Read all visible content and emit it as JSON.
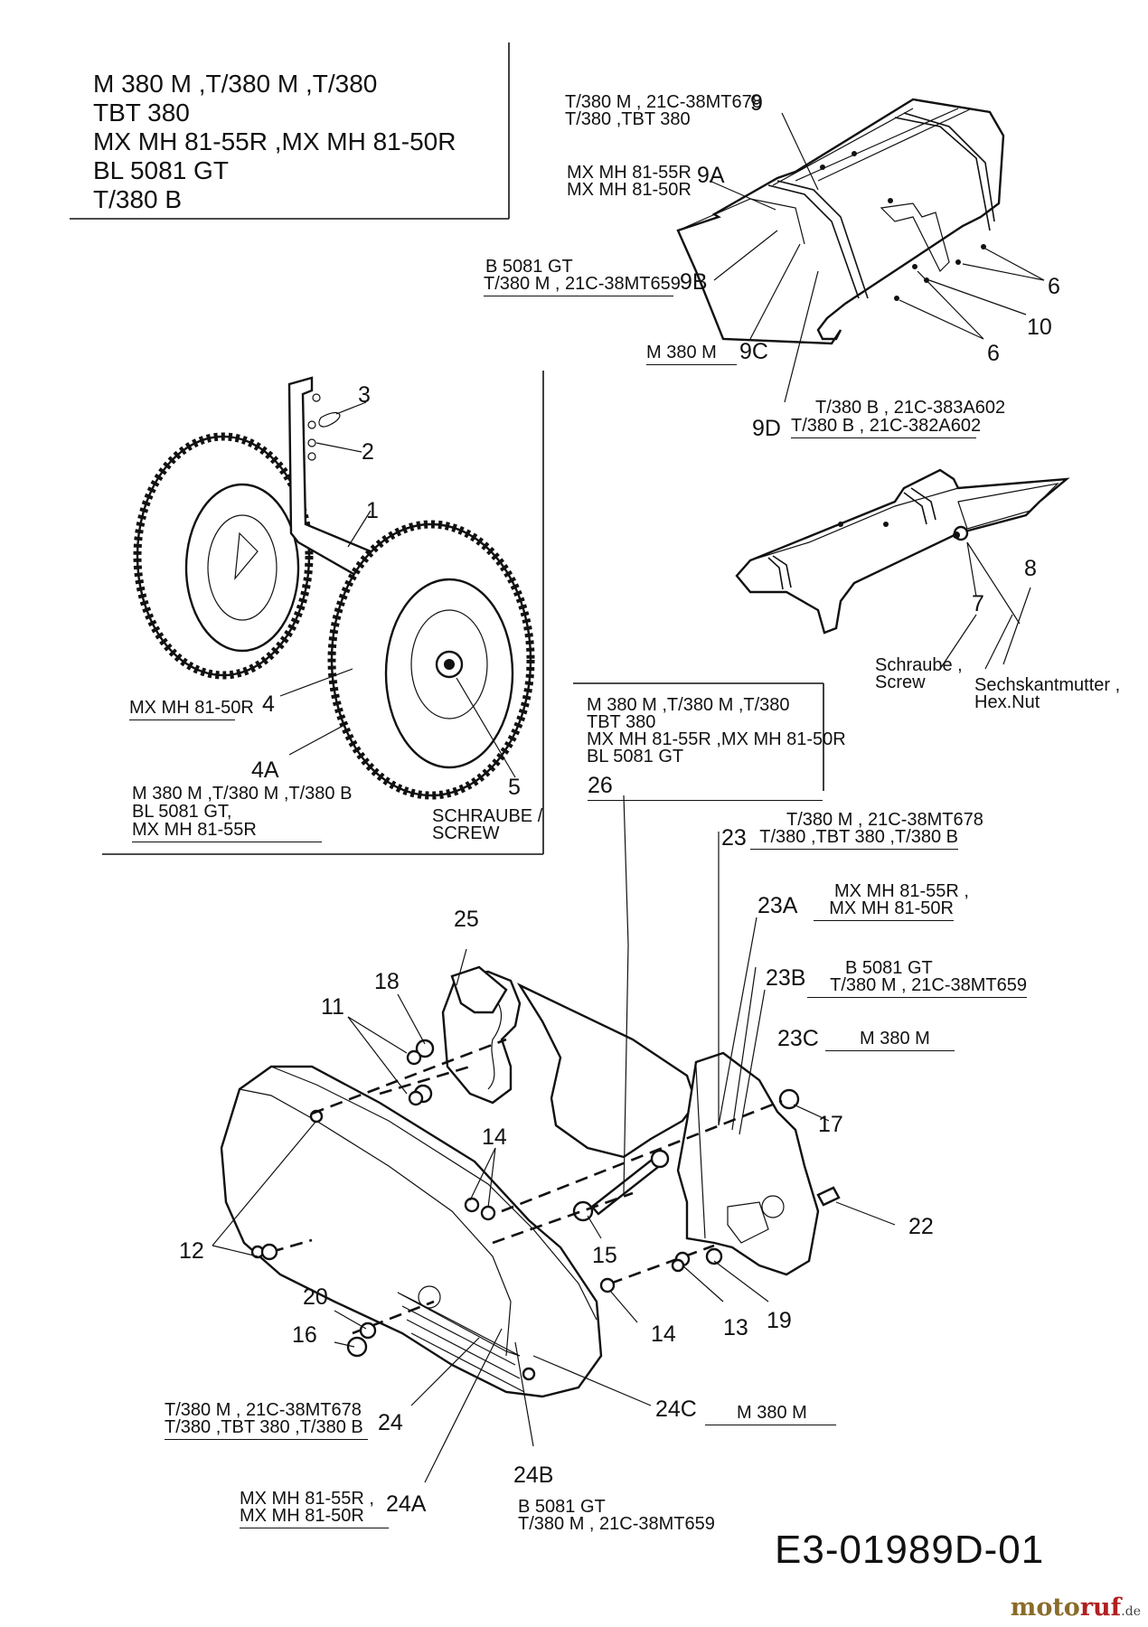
{
  "header_models": [
    "M 380 M ,T/380 M ,T/380",
    "TBT 380",
    "MX MH 81-55R ,MX MH 81-50R",
    "BL 5081 GT",
    "T/380 B"
  ],
  "cover_group": {
    "c9": [
      "T/380 M , 21C-38MT678",
      "T/380 ,TBT 380"
    ],
    "n9": "9",
    "c9a": [
      "MX MH 81-55R",
      "MX MH 81-50R"
    ],
    "n9a": "9A",
    "c9b": [
      "B 5081 GT",
      "T/380 M , 21C-38MT659"
    ],
    "n9b": "9B",
    "c9c": "M 380 M",
    "n9c": "9C",
    "c9d": [
      "T/380 B , 21C-383A602",
      "T/380 B , 21C-382A602"
    ],
    "n9d": "9D",
    "n6a": "6",
    "n6b": "6",
    "n10": "10"
  },
  "wheel_group": {
    "n3": "3",
    "n2": "2",
    "n1": "1",
    "c4": "MX MH 81-50R",
    "n4": "4",
    "n4a": "4A",
    "c4a": [
      "M 380 M ,T/380 M ,T/380 B",
      "BL 5081 GT,",
      "MX MH 81-55R"
    ],
    "n5": "5",
    "c5": [
      "SCHRAUBE /",
      "SCREW"
    ]
  },
  "shield_group": {
    "n7": "7",
    "n8": "8",
    "c7": [
      "Schraube ,",
      "Screw"
    ],
    "c8": [
      "Sechskantmutter ,",
      "Hex.Nut"
    ]
  },
  "belt_group": {
    "c26": [
      "M 380 M ,T/380 M ,T/380",
      "TBT 380",
      "MX MH 81-55R ,MX MH 81-50R",
      "BL 5081 GT"
    ],
    "n26": "26",
    "c23": [
      "T/380 M , 21C-38MT678",
      "T/380 ,TBT 380 ,T/380 B"
    ],
    "n23": "23",
    "c23a": [
      "MX MH 81-55R ,",
      "MX MH 81-50R"
    ],
    "n23a": "23A",
    "c23b": [
      "B 5081 GT",
      "T/380 M , 21C-38MT659"
    ],
    "n23b": "23B",
    "c23c": "M 380 M",
    "n23c": "23C",
    "n25": "25",
    "n18": "18",
    "n11": "11",
    "n17": "17",
    "n14a": "14",
    "n14b": "14",
    "n22": "22",
    "n12": "12",
    "n15": "15",
    "n13": "13",
    "n19": "19",
    "n20": "20",
    "n16": "16",
    "c24": [
      "T/380 M , 21C-38MT678",
      "T/380 ,TBT 380 ,T/380 B"
    ],
    "n24": "24",
    "c24c": "M 380 M",
    "n24c": "24C",
    "c24a": [
      "MX MH 81-55R ,",
      "MX MH 81-50R"
    ],
    "n24a": "24A",
    "n24b": "24B",
    "c24b": [
      "B 5081 GT",
      "T/380 M , 21C-38MT659"
    ]
  },
  "diagram_code": "E3-01989D-01",
  "logo": {
    "a": "moto",
    "b": "ruf",
    "c": ".de"
  }
}
